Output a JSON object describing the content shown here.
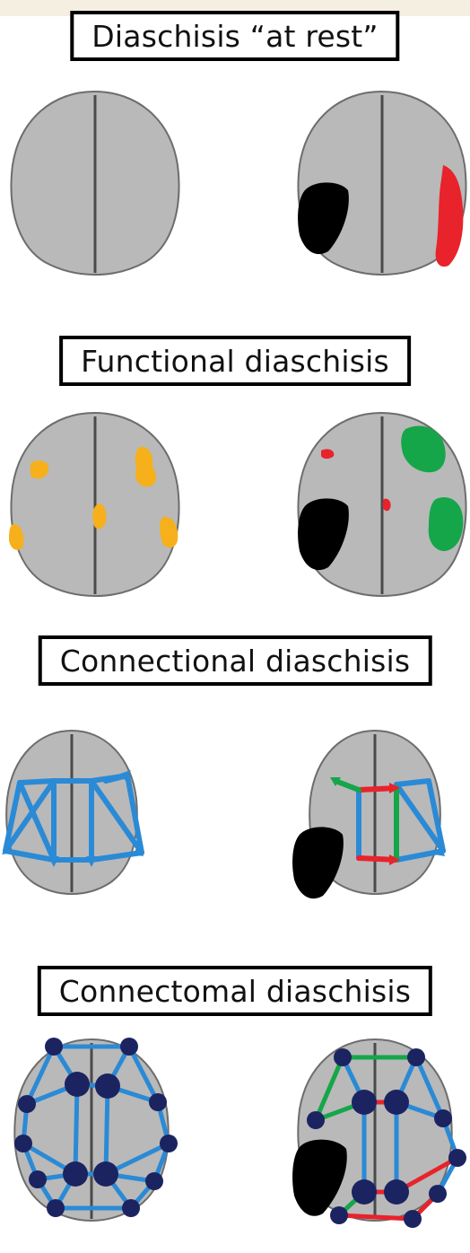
{
  "panels": [
    {
      "title": "Diaschisis “at rest”"
    },
    {
      "title": "Functional diaschisis"
    },
    {
      "title": "Connectional diaschisis"
    },
    {
      "title": "Connectomal diaschisis"
    }
  ],
  "colors": {
    "brain_fill": "#b9b9b9",
    "brain_sulci": "#555555",
    "lesion": "#000000",
    "hypo_red": "#e8232b",
    "yellow_activation": "#f5b01c",
    "green": "#15a64a",
    "blue_edge": "#2a8ad6",
    "node": "#1b2461",
    "label_border": "#000000"
  },
  "icons": [
    "brain-icon",
    "lesion-icon",
    "arrow-icon",
    "node-icon"
  ]
}
